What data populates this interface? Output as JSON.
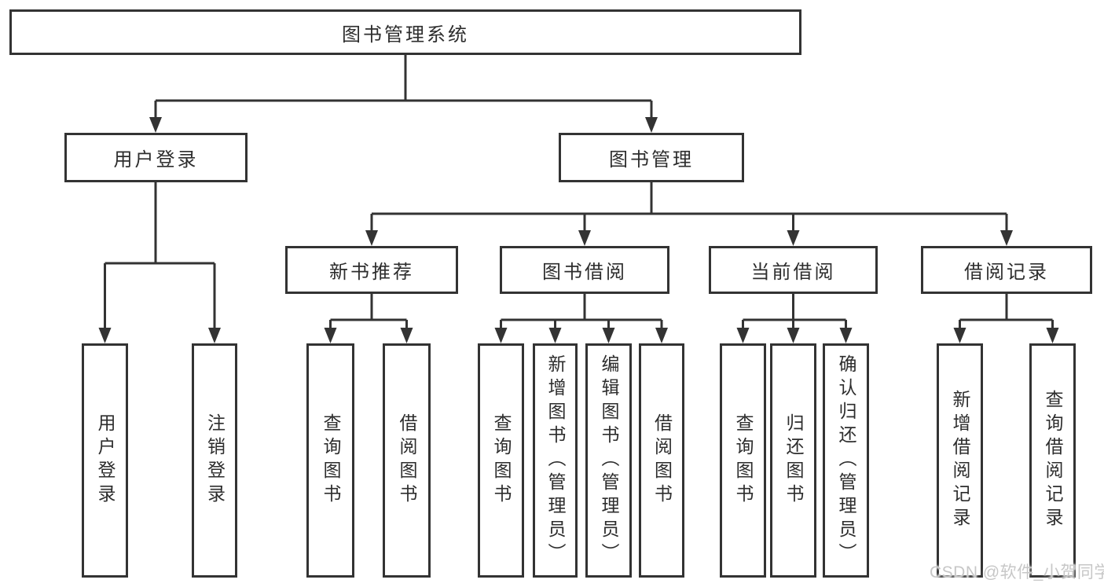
{
  "diagram_type": "hierarchy-diagram",
  "tree": {
    "label": "图书管理系统",
    "children": [
      {
        "label": "用户登录",
        "children": [
          {
            "label": "用户登录"
          },
          {
            "label": "注销登录"
          }
        ]
      },
      {
        "label": "图书管理",
        "children": [
          {
            "label": "新书推荐",
            "children": [
              {
                "label": "查询图书"
              },
              {
                "label": "借阅图书"
              }
            ]
          },
          {
            "label": "图书借阅",
            "children": [
              {
                "label": "查询图书"
              },
              {
                "label": "新增图书（管理员）"
              },
              {
                "label": "编辑图书（管理员）"
              },
              {
                "label": "借阅图书"
              }
            ]
          },
          {
            "label": "当前借阅",
            "children": [
              {
                "label": "查询图书"
              },
              {
                "label": "归还图书"
              },
              {
                "label": "确认归还（管理员）"
              }
            ]
          },
          {
            "label": "借阅记录",
            "children": [
              {
                "label": "新增借阅记录"
              },
              {
                "label": "查询借阅记录"
              }
            ]
          }
        ]
      }
    ]
  },
  "watermark": "CSDN @软件_小贺同学",
  "colors": {
    "line": "#333333",
    "box_border": "#333333",
    "text": "#2d2d2d",
    "watermark": "#c7c7c7",
    "background": "#ffffff"
  }
}
